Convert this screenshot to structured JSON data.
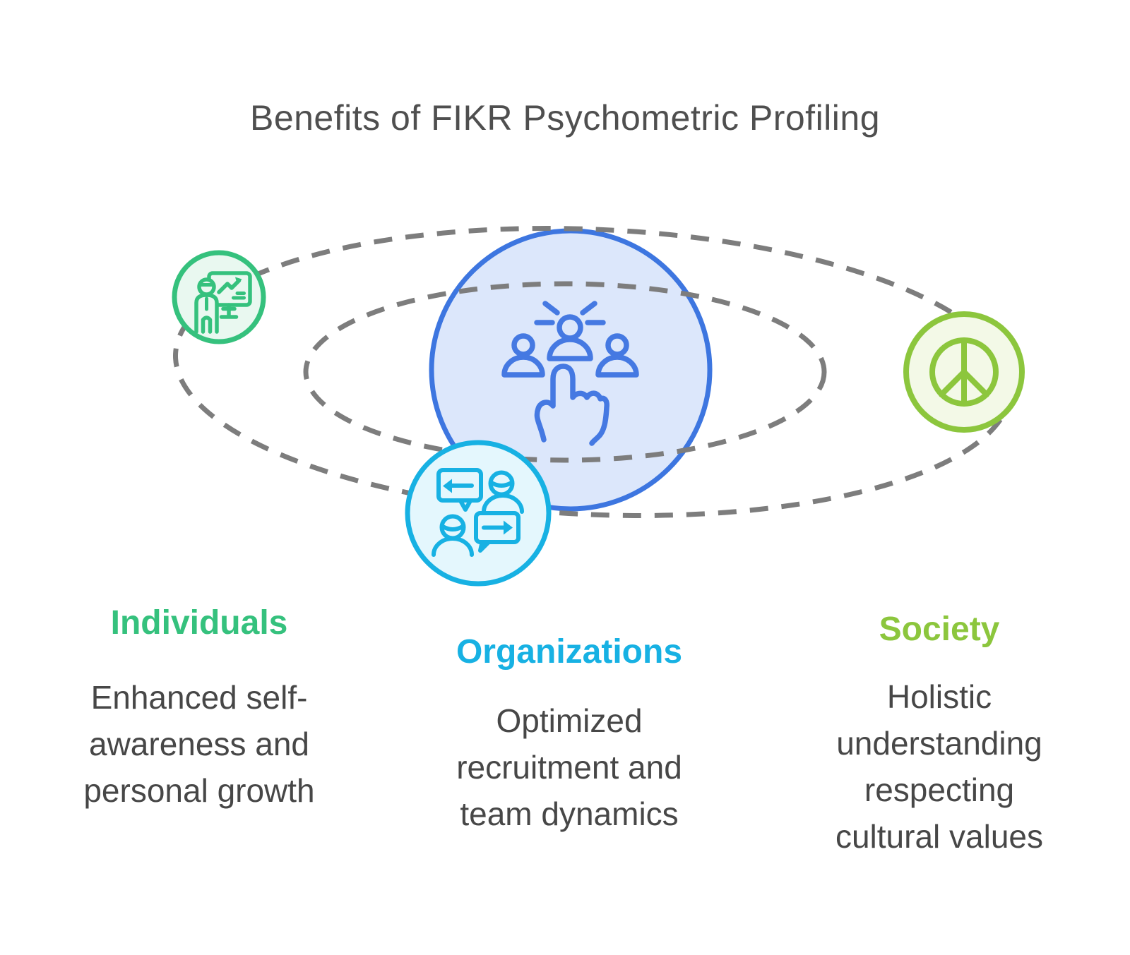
{
  "title": "Benefits of FIKR Psychometric Profiling",
  "colors": {
    "title-text": "#4f4f4f",
    "body-text": "#474747",
    "green": "#35c17d",
    "green-bg": "#e9f8f0",
    "cyan": "#17b1e3",
    "cyan-bg": "#e4f7fd",
    "lime": "#8cc63d",
    "lime-bg": "#f3f9e7",
    "blue": "#3d76e0",
    "blue-bg": "#dce7fb",
    "blue-icon": "#4579e2",
    "orbit-gray": "#7d7d7d"
  },
  "icons": {
    "center": "team-selection-icon",
    "individuals": "presenter-chart-icon",
    "organizations": "conversation-icon",
    "society": "peace-icon"
  },
  "sections": {
    "individuals": {
      "heading": "Individuals",
      "description": "Enhanced self-awareness and personal growth"
    },
    "organizations": {
      "heading": "Organizations",
      "description": "Optimized recruitment and team dynamics"
    },
    "society": {
      "heading": "Society",
      "description": "Holistic understanding respecting cultural values"
    }
  }
}
